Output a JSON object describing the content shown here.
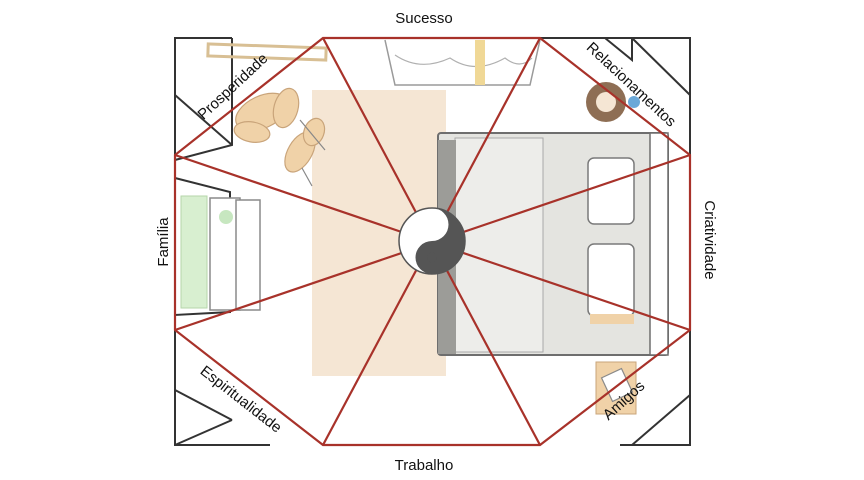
{
  "labels": {
    "top": "Sucesso",
    "bottom": "Trabalho",
    "left": "Família",
    "right": "Criatividade",
    "top_left": "Prosperidade",
    "top_right": "Relacionamentos",
    "bottom_left": "Espiritualidade",
    "bottom_right": "Amigos"
  },
  "colors": {
    "bagua_lines": "#a8322a",
    "walls": "#333333",
    "rug": "#f5e6d4",
    "plants": "#f0d2a8",
    "bed": "#e4e4e0",
    "bed_frame": "#6e6e6e",
    "dresser_glass": "#d8efd0",
    "yin_yang_dark": "#555555"
  },
  "icons": {
    "center": "yin-yang-icon"
  }
}
